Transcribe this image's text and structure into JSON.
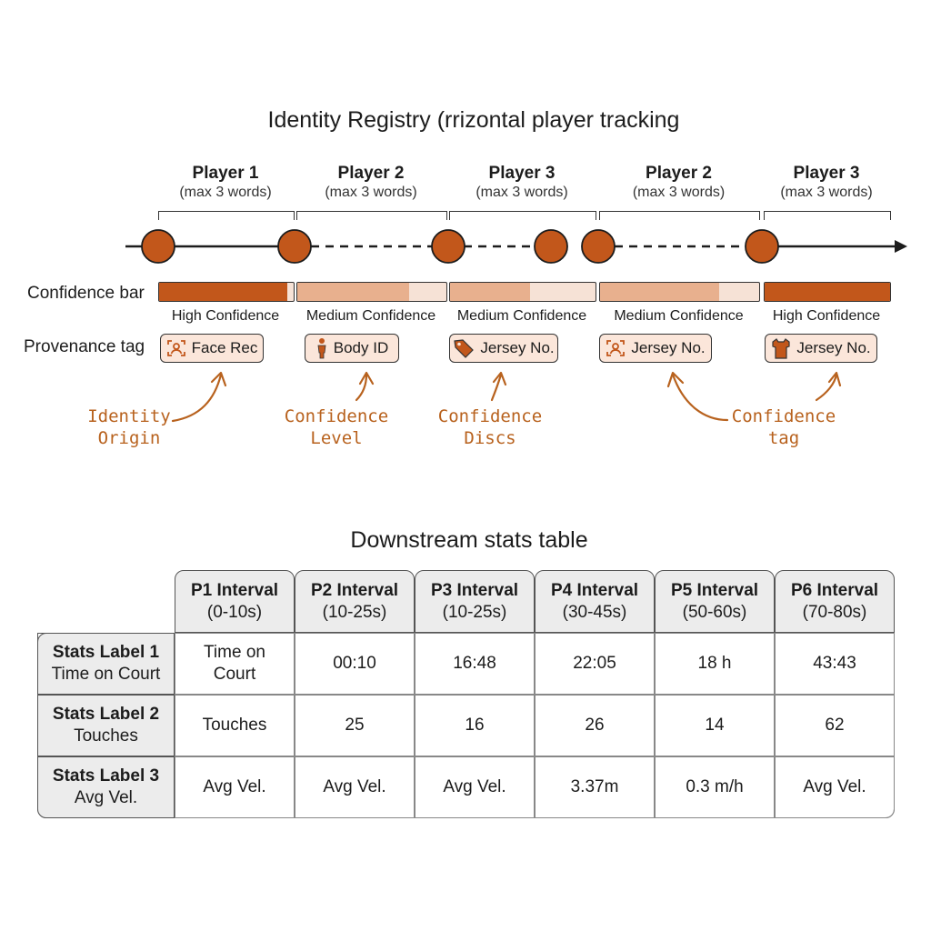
{
  "registry": {
    "title": "Identity Registry (rrizontal player tracking",
    "row_labels": {
      "confidence": "Confidence bar",
      "provenance": "Provenance tag"
    },
    "segments": [
      {
        "player": "Player 1",
        "note": "(max 3 words)",
        "confidence_label": "High Confidence",
        "confidence_level": 0.95,
        "tag": "Face Rec",
        "tag_icon": "face-id-icon"
      },
      {
        "player": "Player 2",
        "note": "(max 3 words)",
        "confidence_label": "Medium Confidence",
        "confidence_level": 0.75,
        "tag": "Body ID",
        "tag_icon": "person-icon"
      },
      {
        "player": "Player 3",
        "note": "(max 3 words)",
        "confidence_label": "Medium Confidence",
        "confidence_level": 0.55,
        "tag": "Jersey No.",
        "tag_icon": "price-tag-icon"
      },
      {
        "player": "Player 2",
        "note": "(max 3 words)",
        "confidence_label": "Medium Confidence",
        "confidence_level": 0.75,
        "tag": "Jersey No.",
        "tag_icon": "face-id-icon"
      },
      {
        "player": "Player 3",
        "note": "(max 3 words)",
        "confidence_label": "High Confidence",
        "confidence_level": 1.0,
        "tag": "Jersey No.",
        "tag_icon": "jersey-icon"
      }
    ],
    "annotations": [
      {
        "line1": "Identity",
        "line2": "Origin"
      },
      {
        "line1": "Confidence",
        "line2": "Level"
      },
      {
        "line1": "Confidence",
        "line2": "Discs"
      },
      {
        "line1": "Confidence",
        "line2": "tag"
      }
    ],
    "colors": {
      "accent": "#c2571b",
      "accent_light": "#f6e2d6",
      "annotation": "#b8621e"
    }
  },
  "stats": {
    "title": "Downstream stats table",
    "columns": [
      {
        "label": "P1 Interval",
        "range": "(0-10s)"
      },
      {
        "label": "P2 Interval",
        "range": "(10-25s)"
      },
      {
        "label": "P3 Interval",
        "range": "(10-25s)"
      },
      {
        "label": "P4 Interval",
        "range": "(30-45s)"
      },
      {
        "label": "P5 Interval",
        "range": "(50-60s)"
      },
      {
        "label": "P6 Interval",
        "range": "(70-80s)"
      }
    ],
    "rows": [
      {
        "label": "Stats Label 1",
        "sub": "Time on Court",
        "cells": [
          "Time on\nCourt",
          "00:10",
          "16:48",
          "22:05",
          "18 h",
          "43:43"
        ]
      },
      {
        "label": "Stats Label 2",
        "sub": "Touches",
        "cells": [
          "Touches",
          "25",
          "16",
          "26",
          "14",
          "62"
        ]
      },
      {
        "label": "Stats Label 3",
        "sub": "Avg Vel.",
        "cells": [
          "Avg Vel.",
          "Avg Vel.",
          "Avg Vel.",
          "3.37m",
          "0.3 m/h",
          "Avg Vel."
        ]
      }
    ]
  }
}
